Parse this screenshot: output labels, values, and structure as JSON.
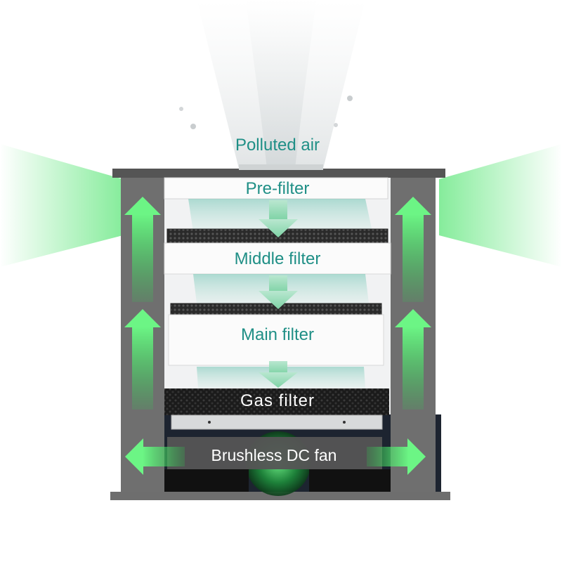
{
  "labels": {
    "polluted_air": "Polluted air",
    "pre_filter": "Pre-filter",
    "middle_filter": "Middle filter",
    "main_filter": "Main filter",
    "gas_filter": "Gas filter",
    "fan": "Brushless DC fan"
  },
  "colors": {
    "label_text": "#1f8f86",
    "arrow_green": "#4be36b",
    "frame_gray": "#6e6e6e",
    "fan_bar": "#555555",
    "base_dark": "#1d2430"
  }
}
